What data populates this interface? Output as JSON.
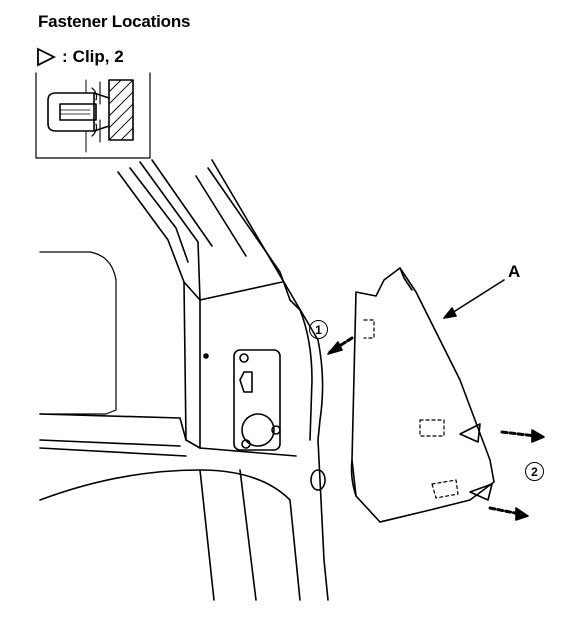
{
  "header": {
    "title": "Fastener Locations"
  },
  "legend": {
    "symbol_icon": "clip-triangle-icon",
    "colon": ":",
    "label": "Clip, 2"
  },
  "callouts": {
    "part_a": "A"
  },
  "steps": {
    "step1": "1",
    "step2": "2"
  },
  "colors": {
    "line": "#000000",
    "background": "#ffffff"
  }
}
